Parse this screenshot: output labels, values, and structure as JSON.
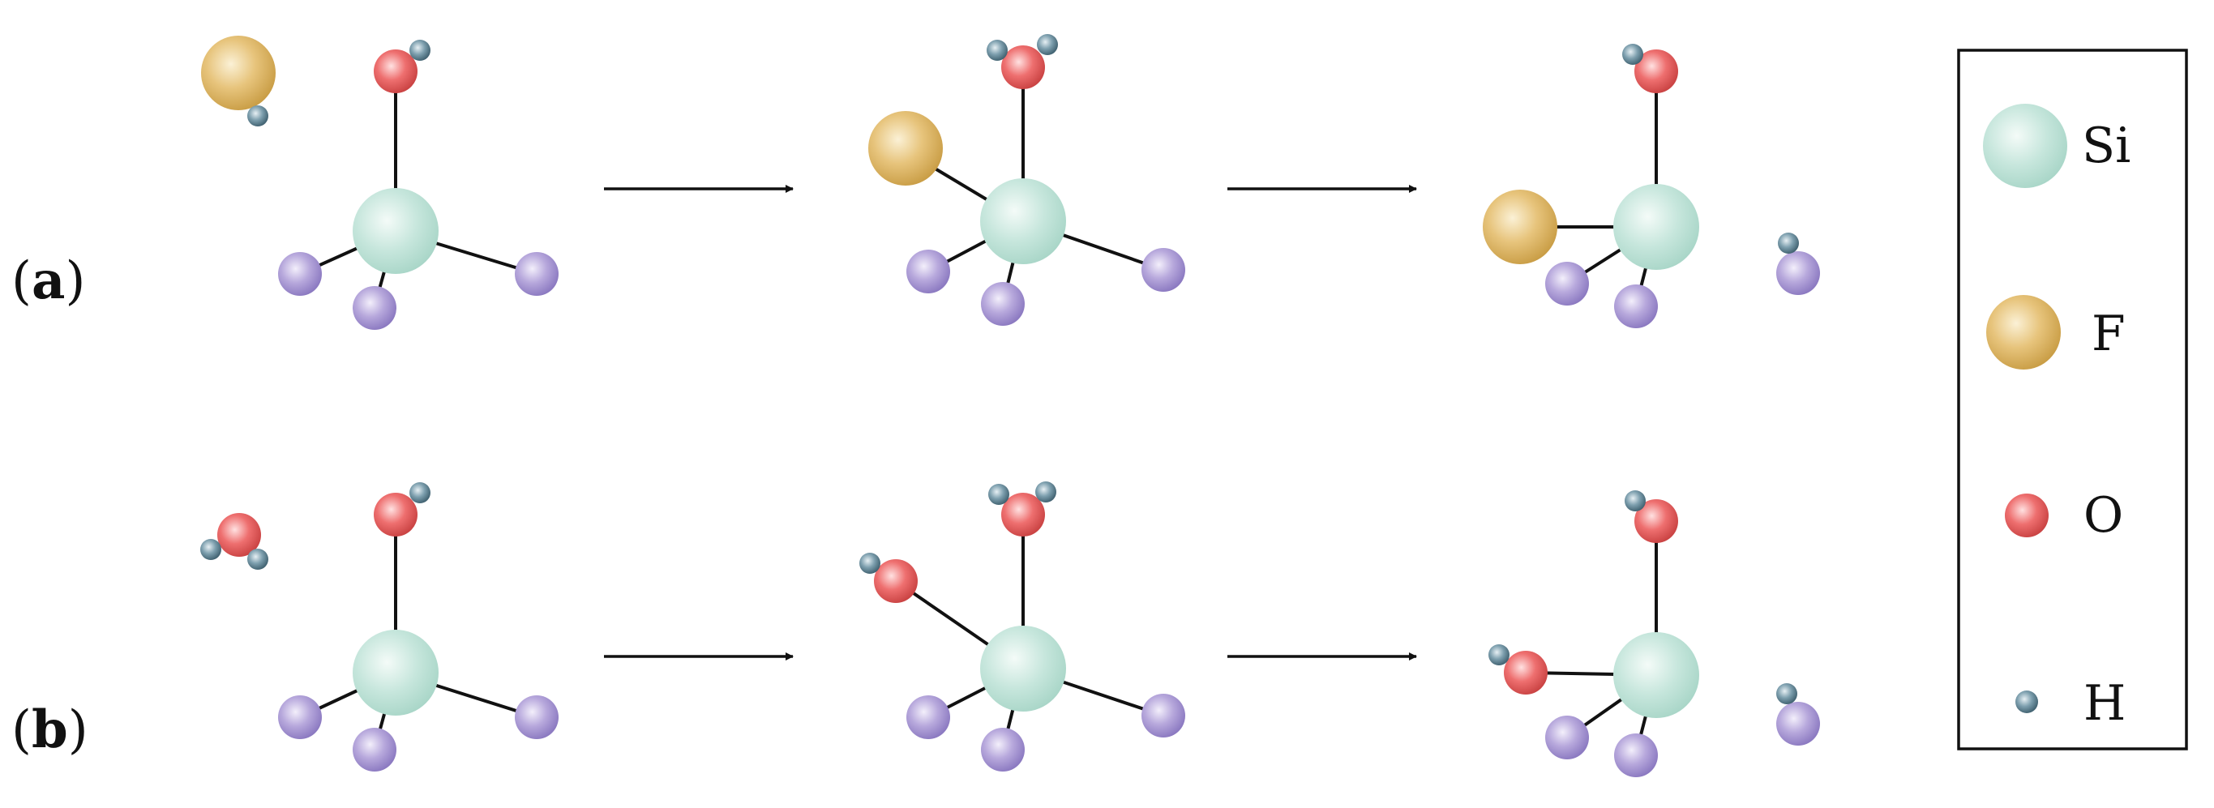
{
  "panels": {
    "a": {
      "open": "(",
      "letter": "a",
      "close": ")"
    },
    "b": {
      "open": "(",
      "letter": "b",
      "close": ")"
    }
  },
  "legend": {
    "items": [
      {
        "label": "Si",
        "color": "#bfe3d8"
      },
      {
        "label": "F",
        "color": "#e0bd72"
      },
      {
        "label": "O",
        "color": "#ec6c6c"
      },
      {
        "label": "H",
        "color": "#6f93a4"
      }
    ]
  },
  "colors": {
    "silicon": "#bfe3d8",
    "fluorine": "#e0bd72",
    "oxygen": "#ec6c6c",
    "hydrogen": "#6f93a4",
    "substituent": "#b3a4d8",
    "line": "#111111"
  }
}
